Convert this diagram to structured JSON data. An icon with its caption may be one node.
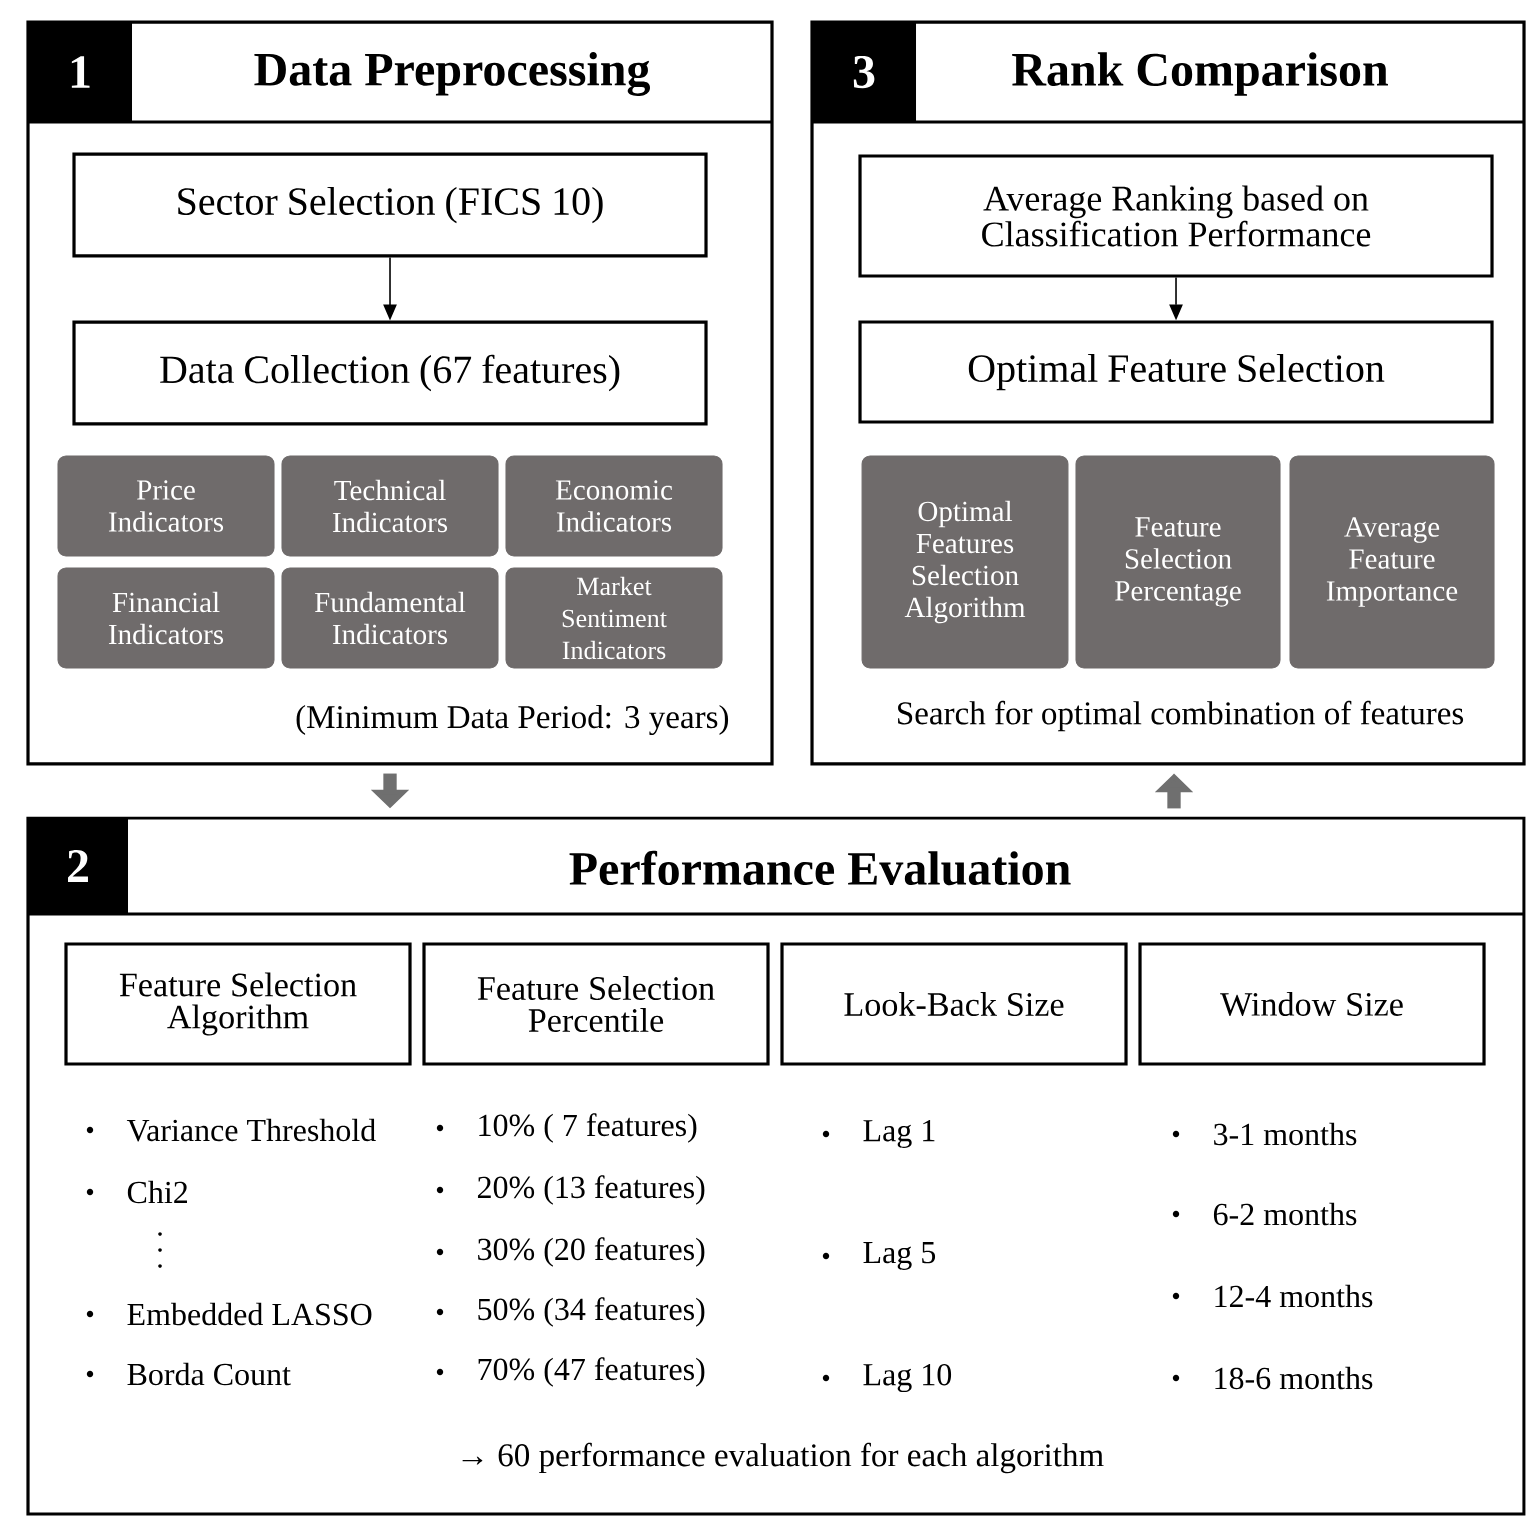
{
  "diagram": {
    "nodes": [
      {
        "text": [
          "1",
          "Data Preprocessing",
          "(Minimum Data Period: 3 years)"
        ]
      },
      {
        "text": [
          "Sector Selection (FICS 10)"
        ],
        "in": 0
      },
      {
        "text": [
          "Data Collection (67 features)"
        ],
        "in": 0
      },
      {
        "text": [
          "Price Indicators"
        ],
        "in": 0
      },
      {
        "text": [
          "Technical Indicators"
        ],
        "in": 0
      },
      {
        "text": [
          "Economic Indicators"
        ],
        "in": 0
      },
      {
        "text": [
          "Financial Indicators"
        ],
        "in": 0
      },
      {
        "text": [
          "Fundamental Indicators"
        ],
        "in": 0
      },
      {
        "text": [
          "Market Sentiment Indicators"
        ],
        "in": 0
      },
      {
        "text": [
          "3",
          "Rank Comparison",
          "Search for optimal combination of features"
        ]
      },
      {
        "text": [
          "Average Ranking based on Classification Performance"
        ],
        "in": 9
      },
      {
        "text": [
          "Optimal Feature Selection"
        ],
        "in": 9
      },
      {
        "text": [
          "Optimal Features Selection Algorithm"
        ],
        "in": 9
      },
      {
        "text": [
          "Feature Selection Percentage"
        ],
        "in": 9
      },
      {
        "text": [
          "Average Feature Importance"
        ],
        "in": 9
      },
      {
        "text": [
          "2",
          "Performance Evaluation",
          "→ 60 performance evaluation for each algorithm"
        ]
      },
      {
        "text": [
          "Feature Selection Algorithm"
        ],
        "in": 15
      },
      {
        "text": [
          "Feature Selection Percentile"
        ],
        "in": 15
      },
      {
        "text": [
          "Look-Back Size"
        ],
        "in": 15
      },
      {
        "text": [
          "Window Size"
        ],
        "in": 15
      }
    ],
    "edges": [
      {
        "from": 1,
        "to": 2,
        "arrow": "to"
      },
      {
        "from": 10,
        "to": 11,
        "arrow": "to"
      },
      {
        "from": 0,
        "to": 15,
        "arrow": "to",
        "style": "thick",
        "color": "#6f6f6f"
      },
      {
        "from": 15,
        "to": 9,
        "arrow": "to",
        "style": "thick",
        "color": "#6f6f6f"
      }
    ],
    "labels": [
      "Variance Threshold",
      "Chi2",
      "Embedded LASSO",
      "Borda Count",
      "10% ( 7  features)",
      "20% (13 features)",
      "30% (20 features)",
      "50% (34 features)",
      "70% (47 features)",
      "Lag 1",
      "Lag 5",
      "Lag 10",
      "3-1 months",
      "6-2 months",
      "12-4 months",
      "18-6 months"
    ]
  }
}
